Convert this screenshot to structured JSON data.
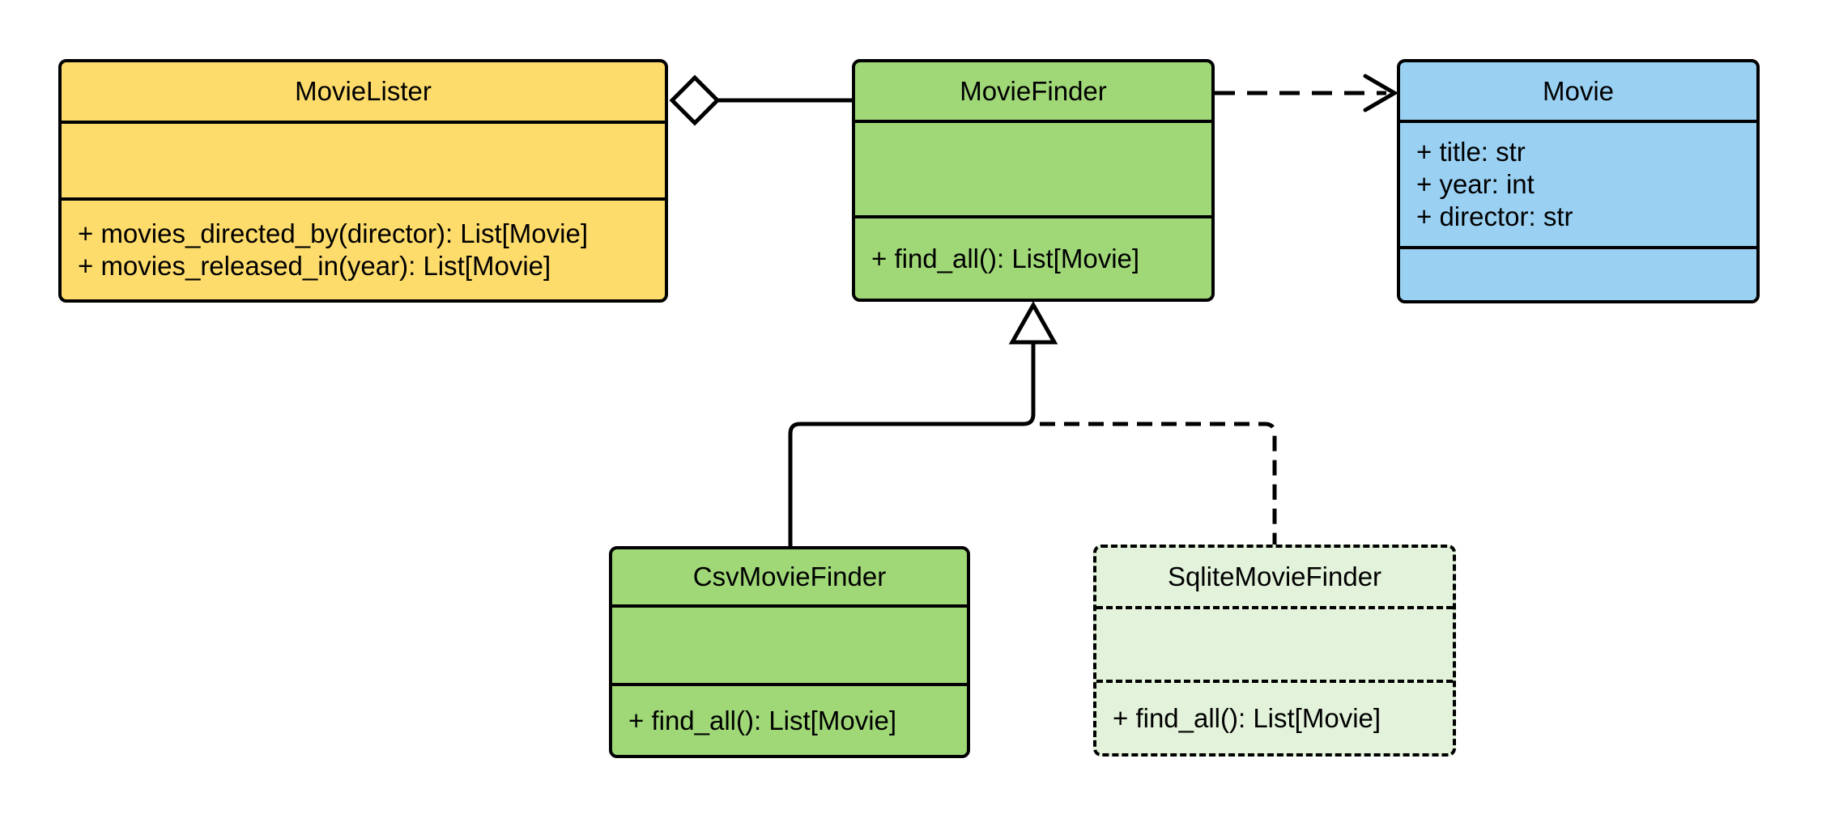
{
  "diagram": {
    "classes": [
      {
        "name": "MovieLister",
        "fill": "#FDDC6B",
        "border_style": "solid",
        "attributes": [],
        "methods": [
          "+ movies_directed_by(director): List[Movie]",
          "+ movies_released_in(year): List[Movie]"
        ]
      },
      {
        "name": "MovieFinder",
        "fill": "#A0D878",
        "border_style": "solid",
        "attributes": [],
        "methods": [
          "+ find_all(): List[Movie]"
        ]
      },
      {
        "name": "Movie",
        "fill": "#9AD1F3",
        "border_style": "solid",
        "attributes": [
          "+ title: str",
          "+ year: int",
          "+ director: str"
        ],
        "methods": []
      },
      {
        "name": "CsvMovieFinder",
        "fill": "#A0D878",
        "border_style": "solid",
        "attributes": [],
        "methods": [
          "+ find_all(): List[Movie]"
        ]
      },
      {
        "name": "SqliteMovieFinder",
        "fill": "#E3F2DA",
        "border_style": "dashed",
        "attributes": [],
        "methods": [
          "+ find_all(): List[Movie]"
        ]
      }
    ],
    "relationships": [
      {
        "from": "MovieLister",
        "to": "MovieFinder",
        "type": "aggregation",
        "line": "solid",
        "marker": "hollow-diamond-at-source"
      },
      {
        "from": "MovieFinder",
        "to": "Movie",
        "type": "dependency",
        "line": "dashed",
        "marker": "open-arrow-at-target"
      },
      {
        "from": "CsvMovieFinder",
        "to": "MovieFinder",
        "type": "inheritance",
        "line": "solid",
        "marker": "hollow-triangle-at-target"
      },
      {
        "from": "SqliteMovieFinder",
        "to": "MovieFinder",
        "type": "inheritance",
        "line": "dashed",
        "marker": "hollow-triangle-at-target"
      }
    ],
    "colors": {
      "yellow": "#FDDC6B",
      "green": "#A0D878",
      "light_green": "#E3F2DA",
      "blue": "#9AD1F3",
      "stroke": "#000000",
      "background": "#FFFFFF"
    }
  }
}
